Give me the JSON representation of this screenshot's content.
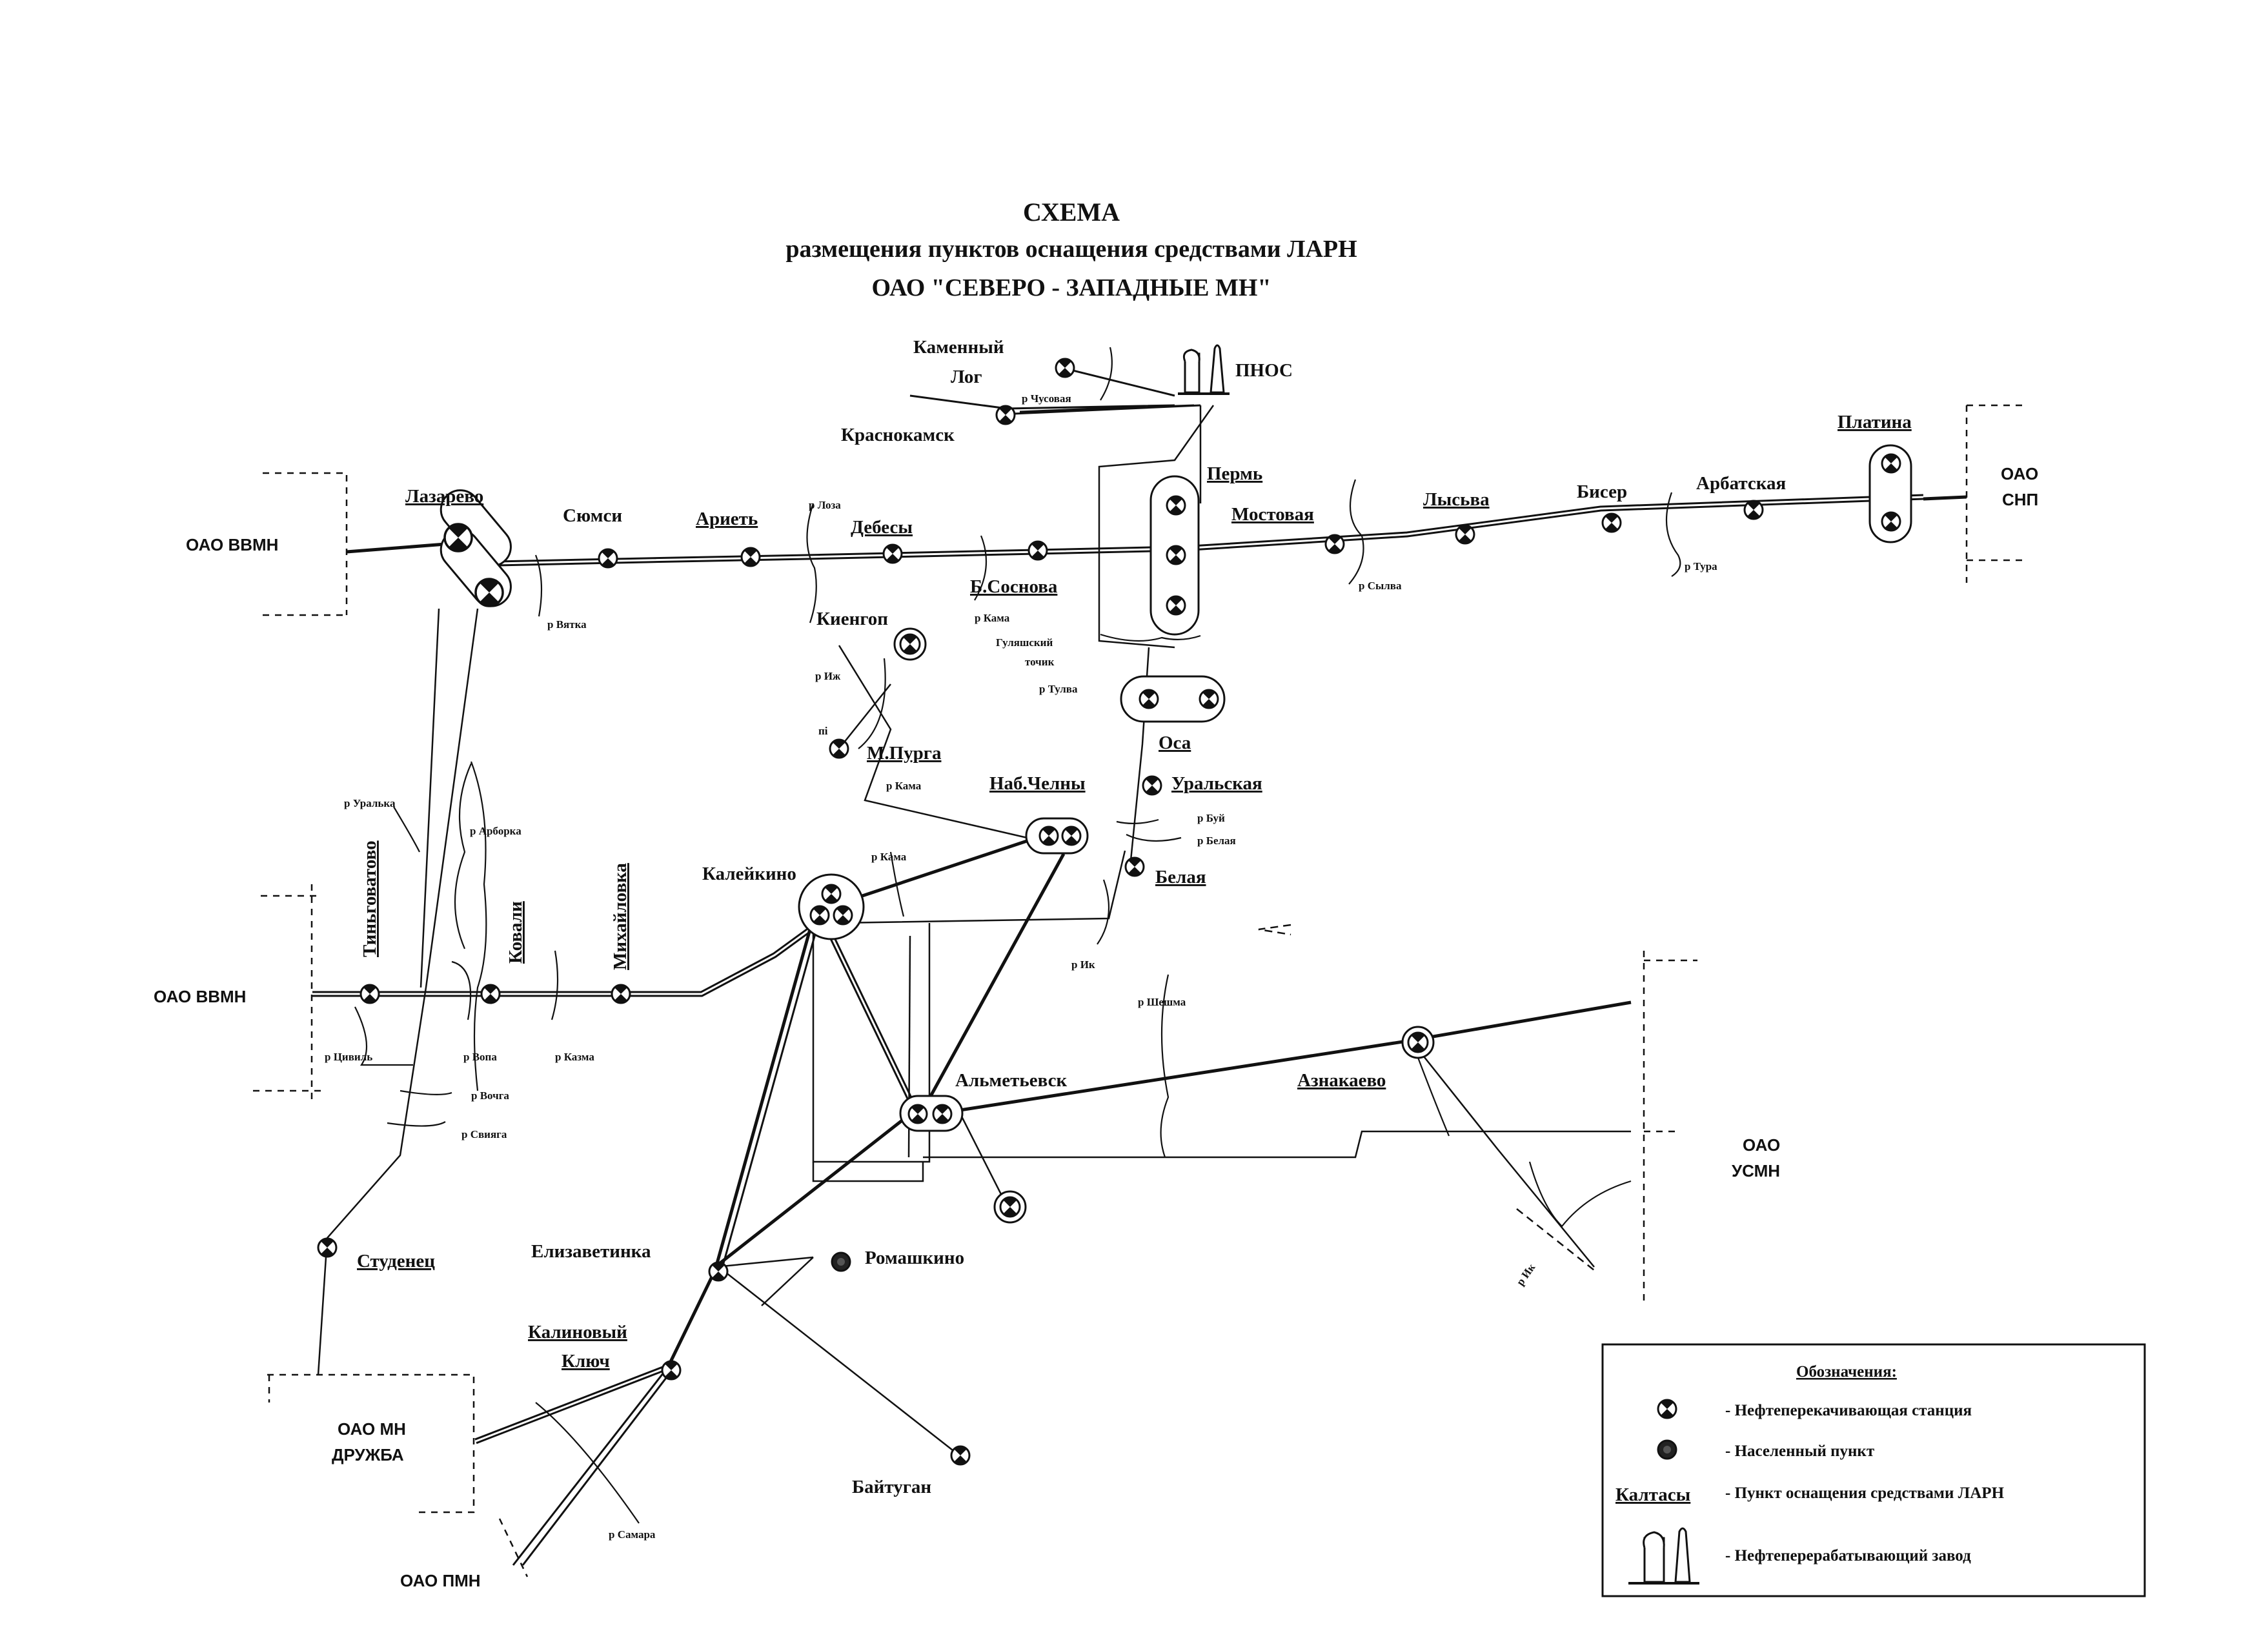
{
  "title": {
    "line1": "СХЕМА",
    "line2": "размещения пунктов оснащения средствами ЛАРН",
    "line3": "ОАО \"СЕВЕРО - ЗАПАДНЫЕ МН\""
  },
  "places": {
    "kamenny_log_1": "Каменный",
    "kamenny_log_2": "Лог",
    "pnos": "ПНОС",
    "krasnokamsk": "Краснокамск",
    "platina": "Платина",
    "lazarevo": "Лазарево",
    "syumsi": "Сюмси",
    "arget": "Ариеть",
    "debesy": "Дебесы",
    "b_sosnova": "Б.Соснова",
    "perm": "Пермь",
    "mostovaya": "Мостовая",
    "lysva": "Лысьва",
    "biser": "Бисер",
    "arbatskaya": "Арбатская",
    "kiengop": "Киенгоп",
    "gubinsky_1": "Гуляшский",
    "gubinsky_2": "точик",
    "m_purga": "М.Пурга",
    "osa": "Оса",
    "nab_chelny": "Наб.Челны",
    "uralskaya": "Уральская",
    "belaya": "Белая",
    "kaleikino": "Калейкино",
    "tinkgovatovo": "Тиньговатово",
    "kovali": "Ковали",
    "mikhailovka": "Михайловка",
    "almetevsk": "Альметьевск",
    "asnakaevo": "Азнакаево",
    "studenets": "Студенец",
    "elizavetinka": "Елизаветинка",
    "romashkino": "Ромашкино",
    "kalinovy_1": "Калиновый",
    "kalinovy_2": "Ключ",
    "baytugan": "Байтуган"
  },
  "orgs": {
    "vvmn_top": "ОАО ВВМН",
    "vvmn_mid": "ОАО ВВМН",
    "snp_1": "ОАО",
    "snp_2": "СНП",
    "usmn_1": "ОАО",
    "usmn_2": "УСМН",
    "druzhba_1": "ОАО МН",
    "druzhba_2": "ДРУЖБА",
    "pmn": "ОАО ПМН"
  },
  "rivers": {
    "vyatka": "р Вятка",
    "lozа": "р Лоза",
    "kama_1": "р Кама",
    "sylva": "р Сылва",
    "tura": "р Тура",
    "chusovaya": "р Чусовая",
    "tulva": "р Тулва",
    "izh": "р Иж",
    "kama_2": "р Кама",
    "kama_3": "р Кама",
    "buy": "р Буй",
    "belaya": "р Белая",
    "ik": "р Ик",
    "ufa_top": "р Уралька",
    "arborka": "р Арборка",
    "sheshma": "р Шешма",
    "tsivil": "р Цивиль",
    "vopa": "р Вопа",
    "kazma": "р Казма",
    "vocha": "р Вочга",
    "sviyaga": "р Свияга",
    "ik_2": "р Ик",
    "samara": "р Самара",
    "mi": "пі"
  },
  "legend": {
    "title": "Обозначения:",
    "pump": "- Нефтеперекачивающая станция",
    "settlement": "- Населенный пункт",
    "example": "Калтасы",
    "larn": "- Пункт оснащения средствами ЛАРН",
    "refinery": "- Нефтеперерабатывающий завод"
  }
}
